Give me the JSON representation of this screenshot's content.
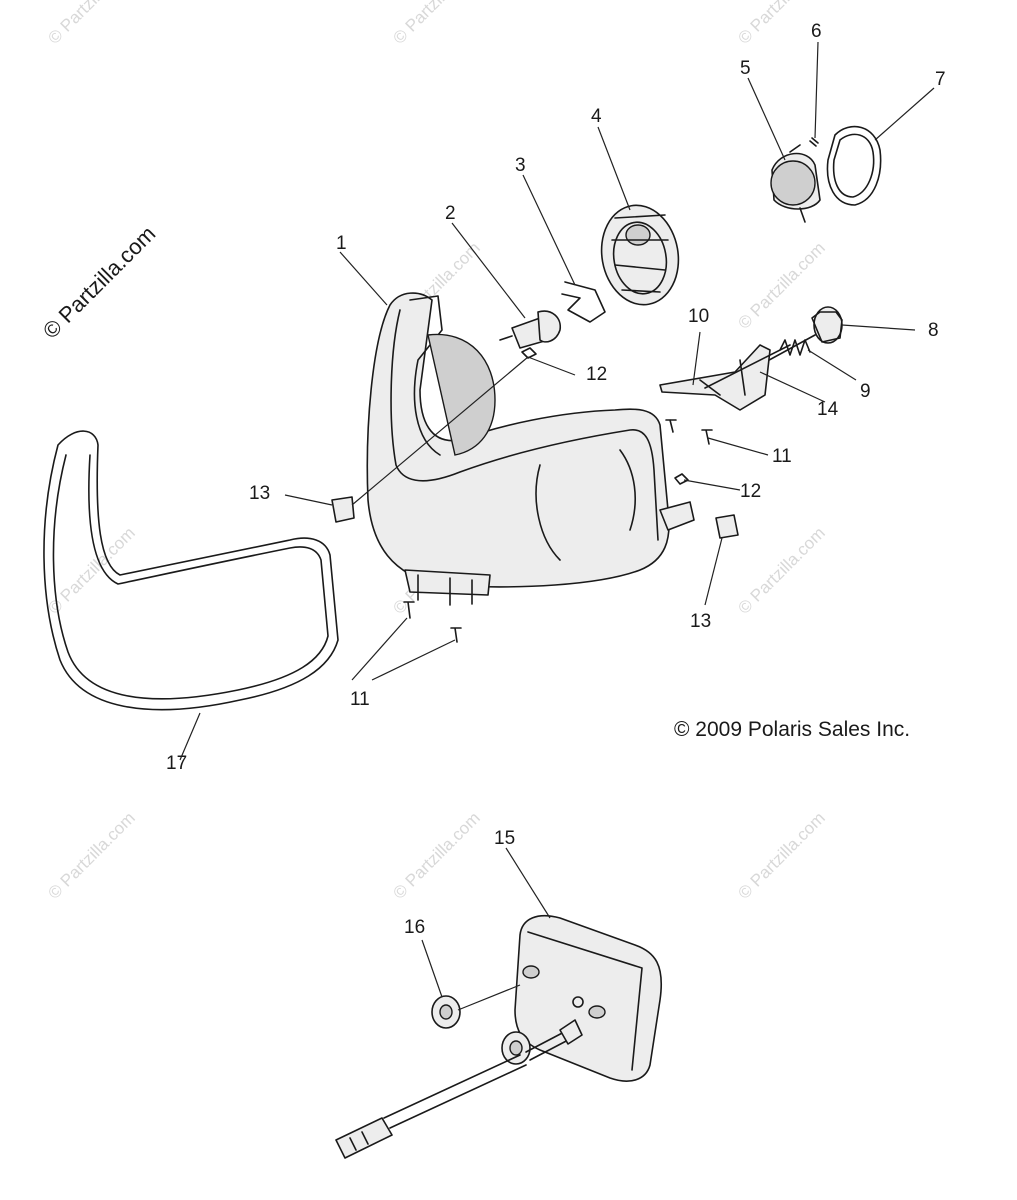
{
  "watermark": "© Partzilla.com",
  "brand_mark": "© Partzilla.com",
  "copyright": "© 2009 Polaris Sales Inc.",
  "callouts": [
    "1",
    "2",
    "3",
    "4",
    "5",
    "6",
    "7",
    "8",
    "9",
    "10",
    "11",
    "11",
    "12",
    "12",
    "13",
    "13",
    "14",
    "15",
    "16",
    "17"
  ]
}
